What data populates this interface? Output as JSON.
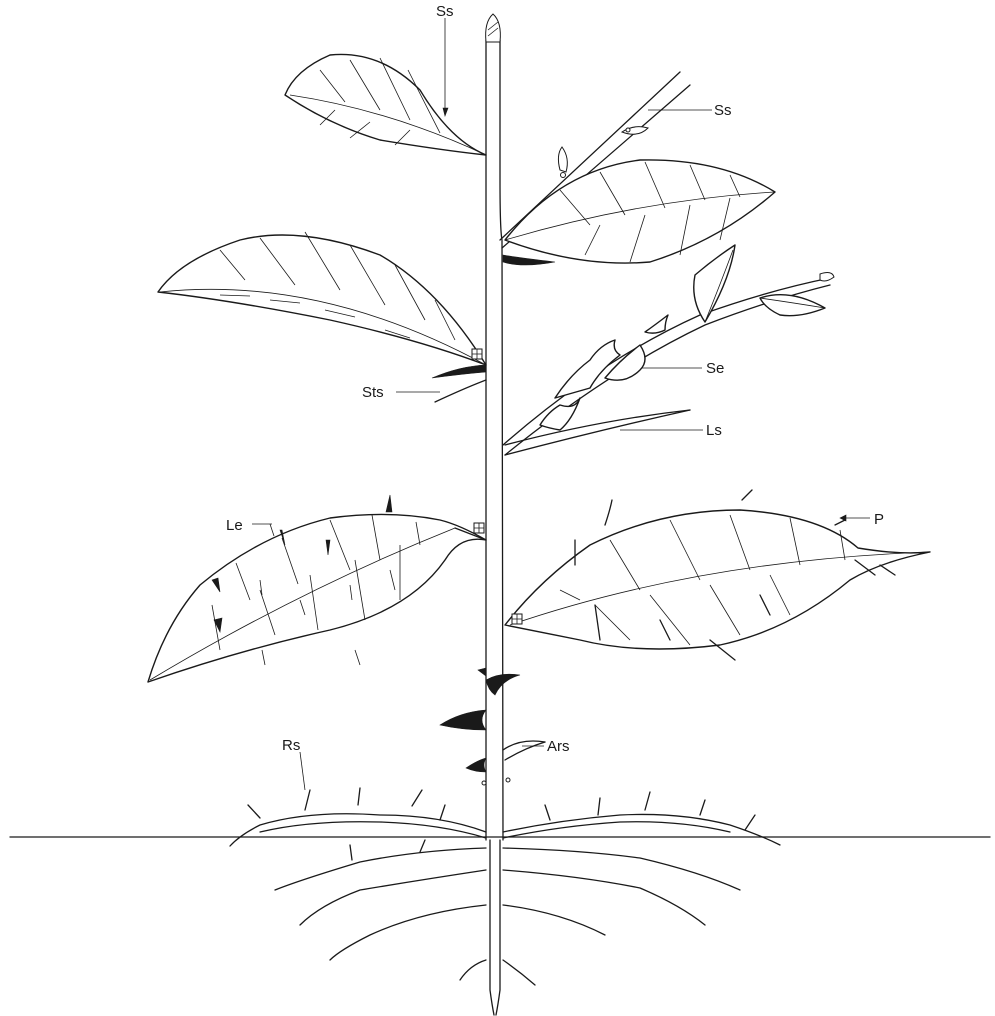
{
  "labels": {
    "ss_top": "Ss",
    "ss_right": "Ss",
    "se": "Se",
    "sts": "Sts",
    "ls": "Ls",
    "le": "Le",
    "p": "P",
    "ars": "Ars",
    "rs": "Rs"
  }
}
